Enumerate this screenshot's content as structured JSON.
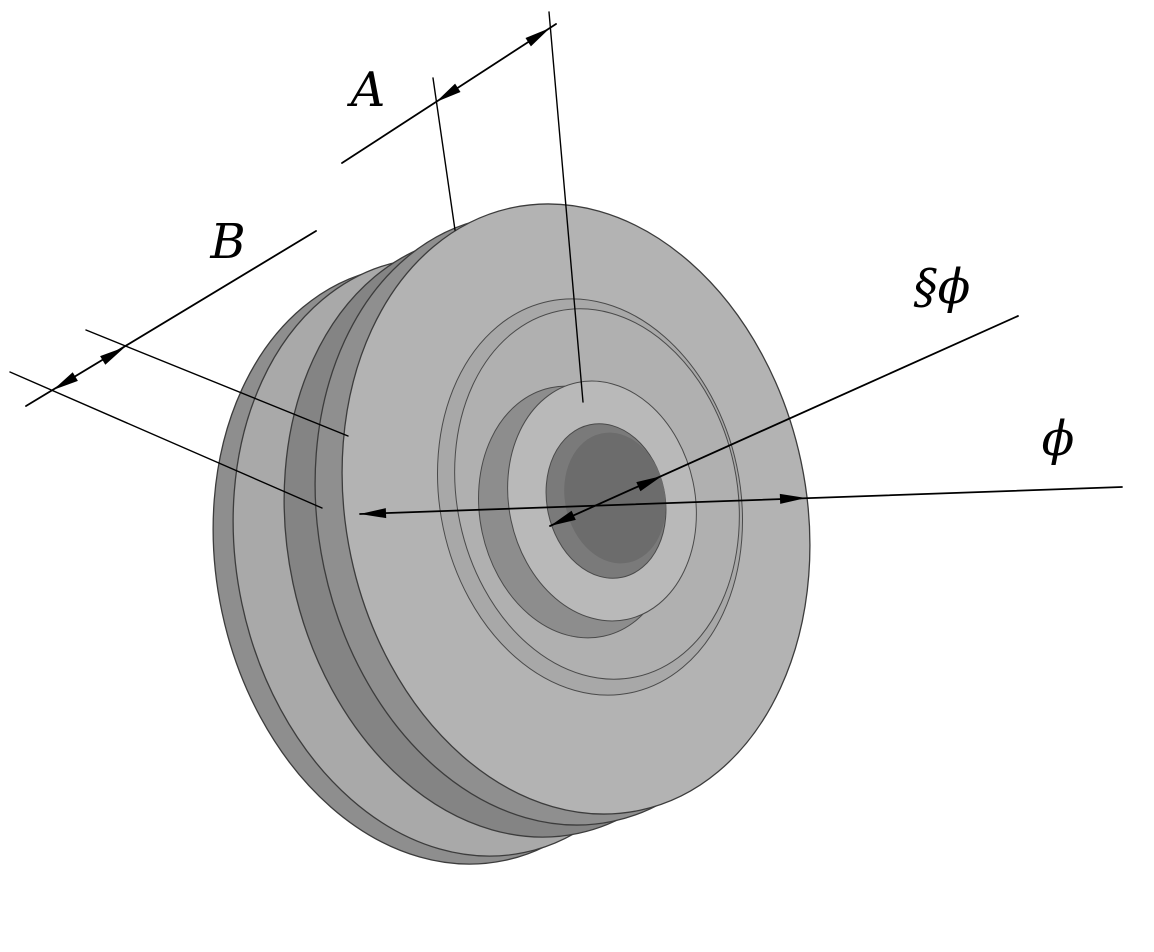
{
  "diagram": {
    "type": "technical-drawing",
    "subject": "grooved pulley wheel isometric view with dimension callouts",
    "labels": {
      "dim_a": "A",
      "dim_b": "B",
      "dim_bore_diameter": "§ϕ",
      "dim_outer_diameter": "ϕ"
    },
    "colors": {
      "background": "#ffffff",
      "outline": "#3c3c3c",
      "dimension_line": "#000000",
      "back_rim": "#8e8e8e",
      "back_face": "#a9a9a9",
      "groove_dark": "#848484",
      "rim_mid": "#8f8f8f",
      "face_light": "#b3b3b3",
      "step_ring": "#a8a8a8",
      "step_face": "#b0b0b0",
      "hub_side": "#8d8d8d",
      "hub_face": "#b9b9b9",
      "bore_wall": "#7a7a7a",
      "bore_inner": "#6c6c6c"
    }
  }
}
